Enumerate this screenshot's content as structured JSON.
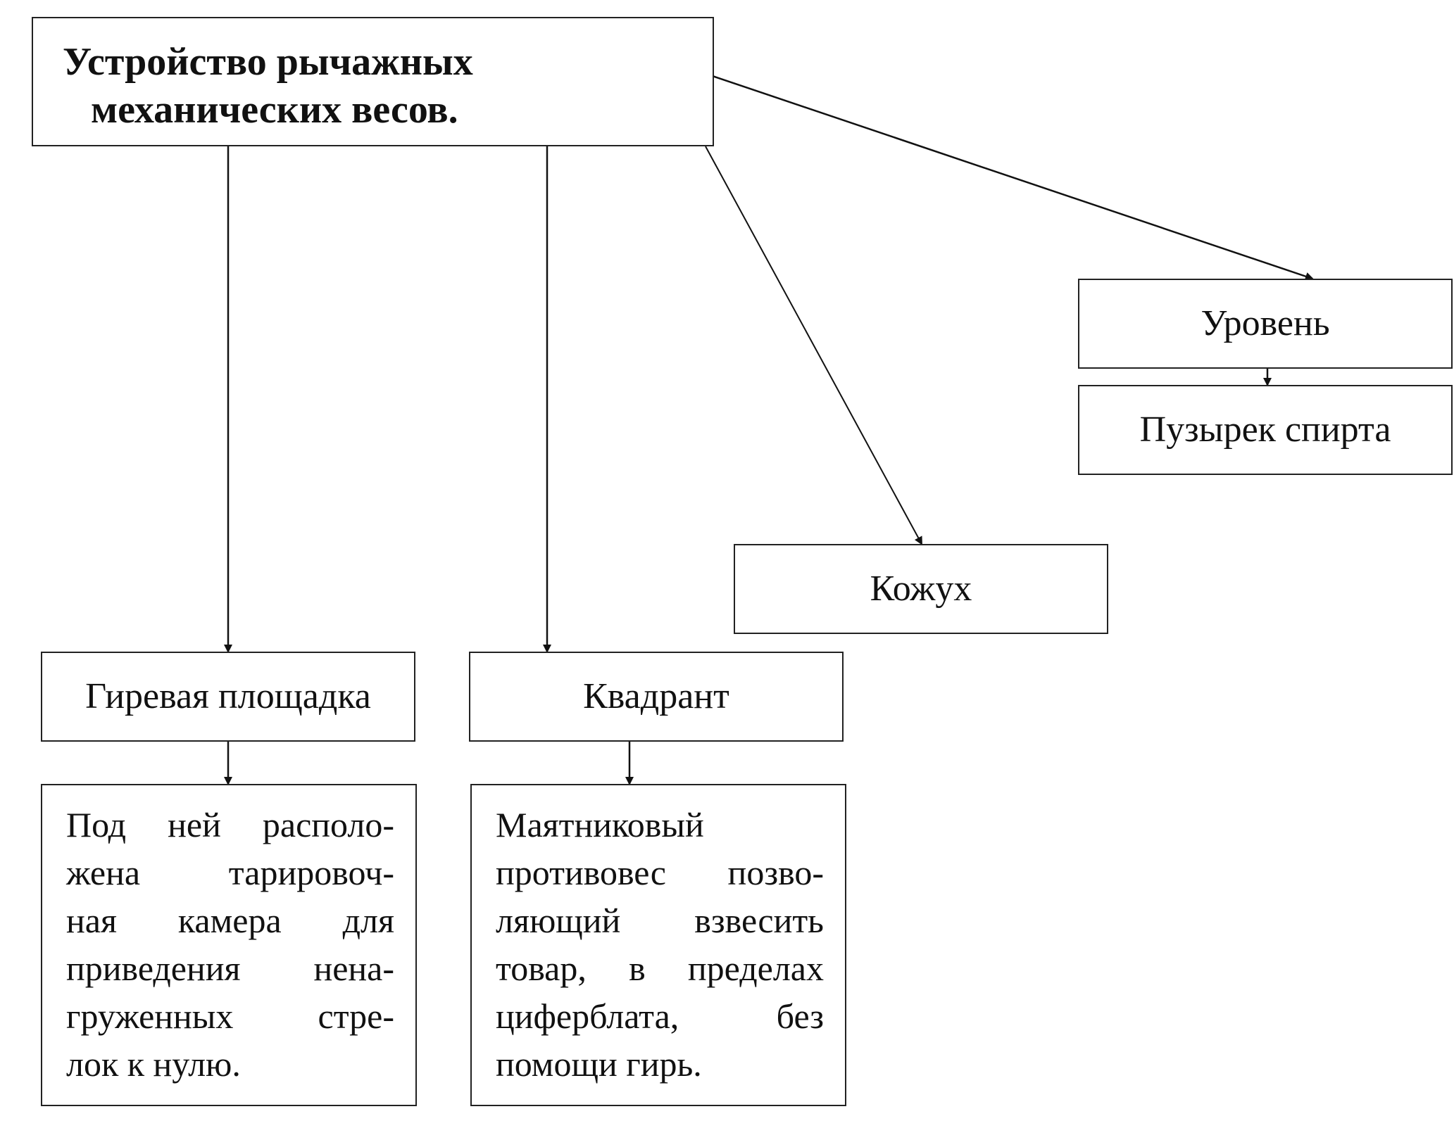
{
  "diagram": {
    "title": {
      "line1": "Устройство рычажных",
      "line2": "механических весов."
    },
    "nodes": {
      "level": "Уровень",
      "bubble": "Пузырек спирта",
      "casing": "Кожух",
      "weight_platform": "Гиревая площадка",
      "quadrant": "Квадрант"
    },
    "descriptions": {
      "weight_platform": [
        "Под ней располо-",
        "жена тарировоч-",
        "ная камера для",
        "приведения нена-",
        "груженных стре-",
        "лок к нулю."
      ],
      "quadrant": [
        "Маятниковый",
        "противовес позво-",
        "ляющий взвесить",
        "товар, в пределах",
        "циферблата, без",
        "помощи гирь."
      ]
    }
  }
}
